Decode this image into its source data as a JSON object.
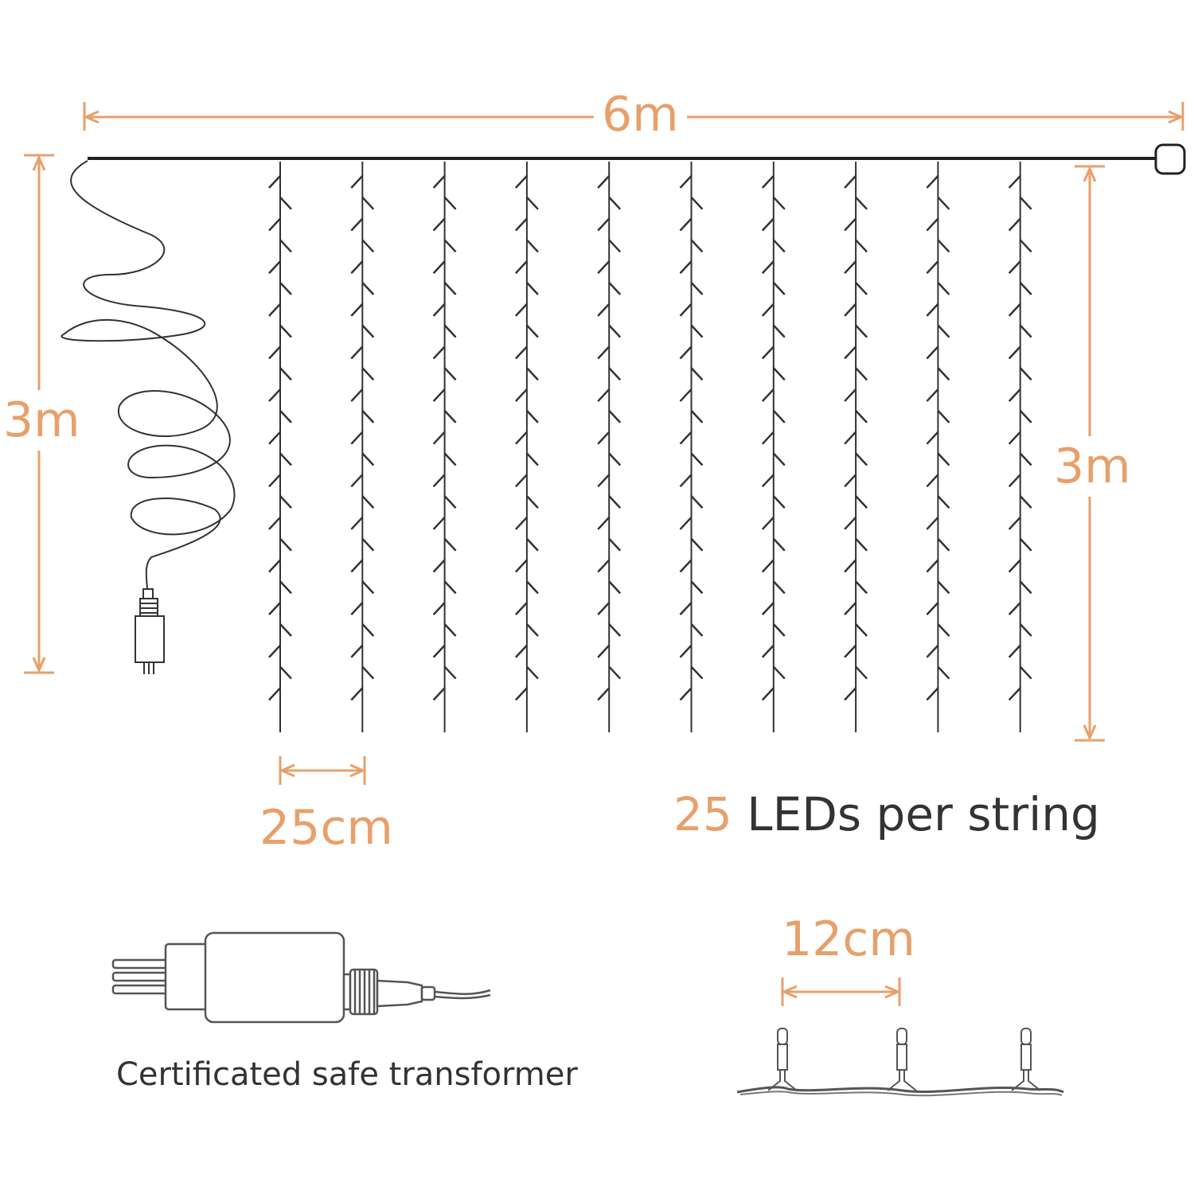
{
  "dimensions": {
    "width": "6m",
    "height_left": "3m",
    "height_right": "3m",
    "string_spacing": "25cm",
    "bulb_spacing": "12cm"
  },
  "leds": {
    "count": "25",
    "text": "LEDs per string"
  },
  "transformer": {
    "caption": "Certificated safe transformer"
  },
  "curtain": {
    "string_count": 10,
    "leds_per_string": 25
  },
  "colors": {
    "accent": "#e8a06a",
    "line": "#333333",
    "text": "#333333"
  }
}
